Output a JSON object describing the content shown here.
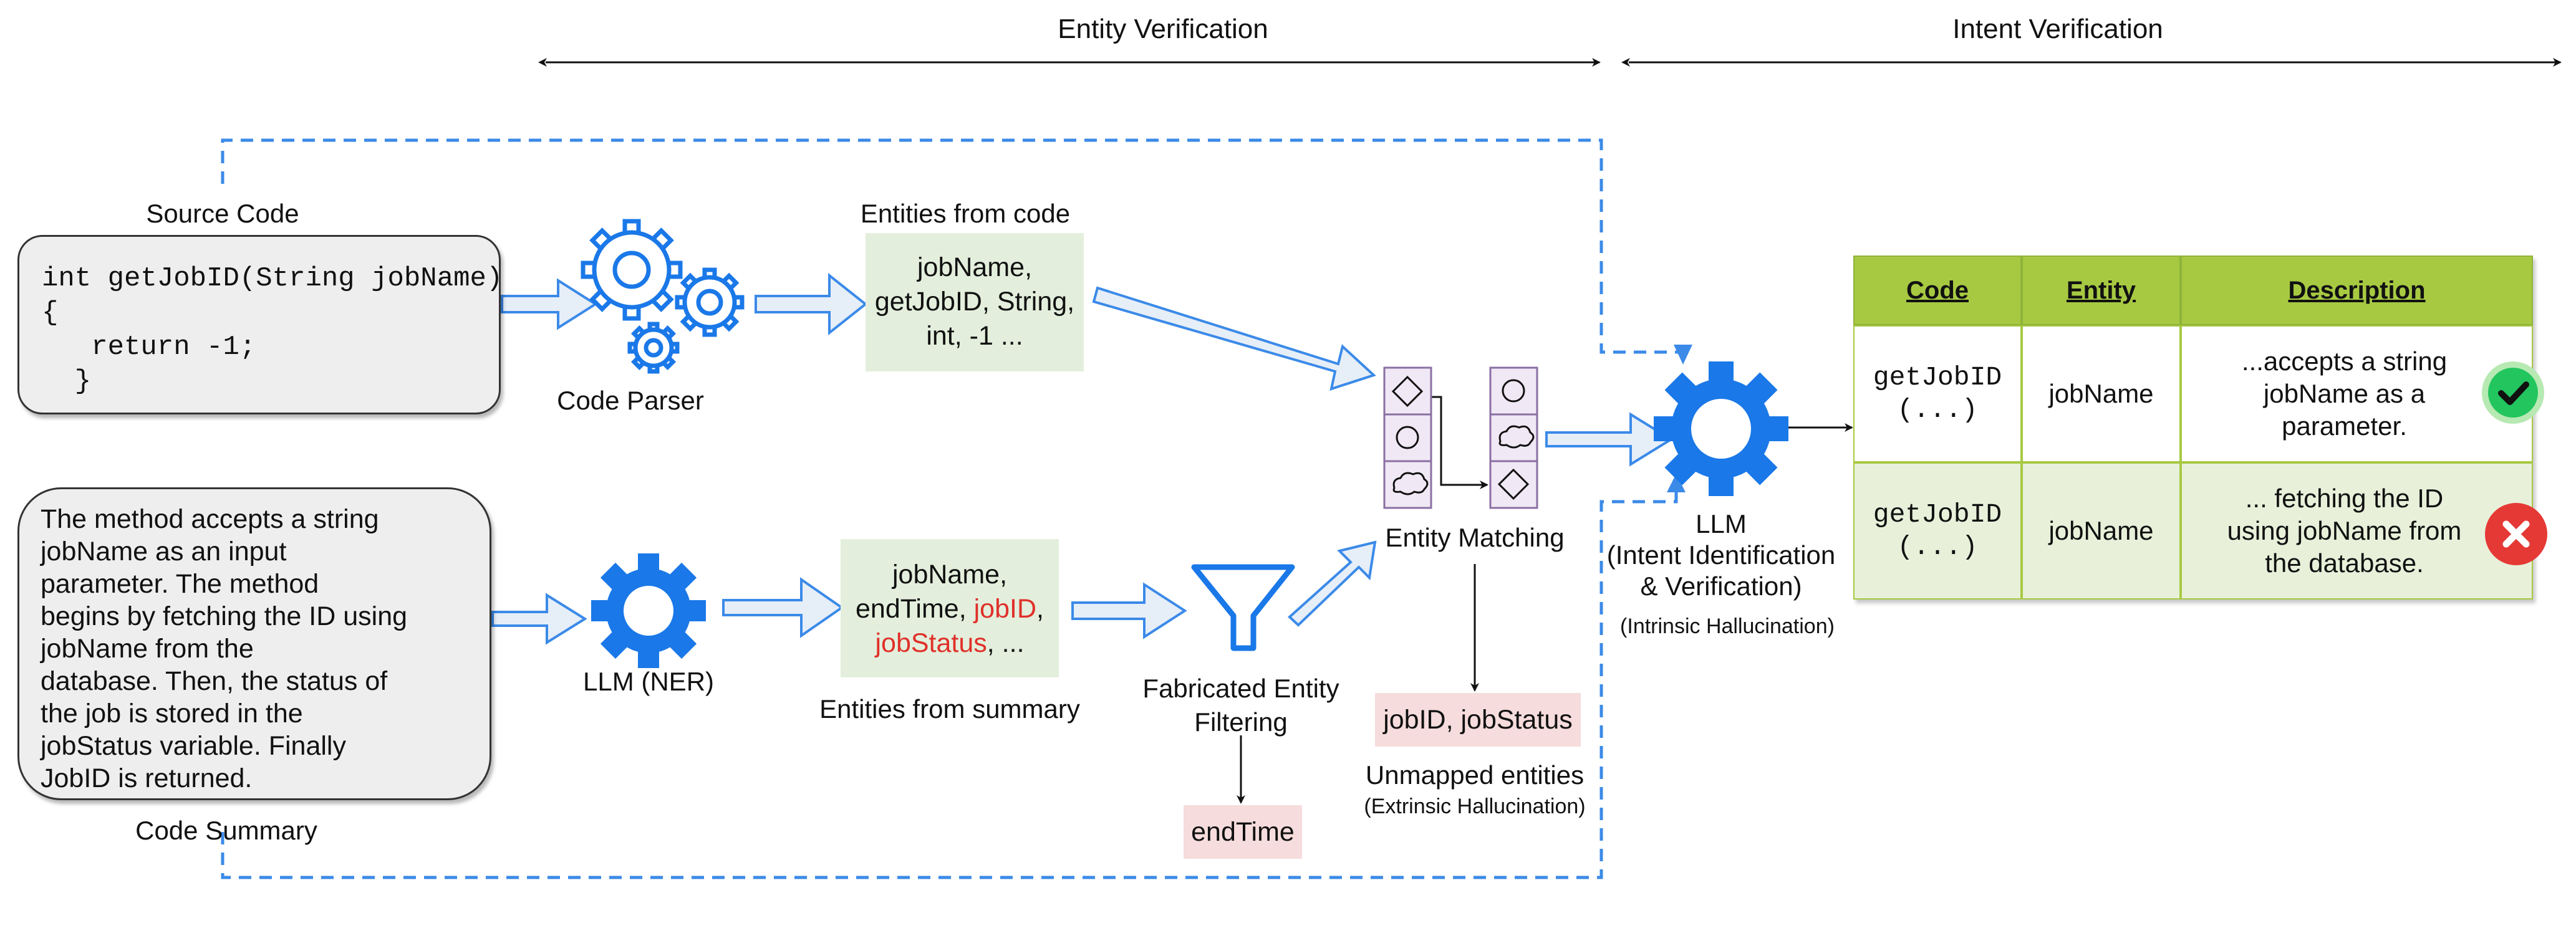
{
  "sections": {
    "entity_verification": "Entity Verification",
    "intent_verification": "Intent Verification"
  },
  "source_code": {
    "title": "Source Code",
    "lines": [
      "int getJobID(String jobName)",
      "{",
      "   return -1;",
      "  }"
    ]
  },
  "code_parser": {
    "label": "Code Parser",
    "icon": "gears-icon"
  },
  "entities_from_code": {
    "title": "Entities from code",
    "lines": [
      "jobName,",
      "getJobID, String,",
      "int, -1 ..."
    ]
  },
  "code_summary": {
    "title": "Code Summary",
    "lines": [
      "The method accepts a string",
      "jobName as an input",
      "parameter. The method",
      "begins by fetching the ID using",
      "jobName from the",
      "database. Then, the status of",
      "the job is stored in the",
      "jobStatus variable. Finally",
      "JobID is returned."
    ]
  },
  "llm_ner": {
    "label": "LLM (NER)",
    "icon": "gear-icon"
  },
  "entities_from_summary": {
    "title": "Entities from summary",
    "line1": "jobName,",
    "line2_a": "endTime, ",
    "line2_b": "jobID",
    "line2_c": ",",
    "line3_a": "jobStatus",
    "line3_b": ", ..."
  },
  "fabricated_filter": {
    "label_line1": "Fabricated Entity",
    "label_line2": "Filtering",
    "icon": "funnel-icon",
    "output": "endTime"
  },
  "entity_matching": {
    "label": "Entity Matching"
  },
  "unmapped": {
    "value": "jobID, jobStatus",
    "label": "Unmapped entities",
    "sublabel": "(Extrinsic Hallucination)"
  },
  "llm_intent": {
    "line1": "LLM",
    "line2": "(Intent Identification",
    "line3": "& Verification)",
    "sublabel": "(Intrinsic Hallucination)",
    "icon": "gear-icon"
  },
  "table": {
    "headers": [
      "Code",
      "Entity",
      "Description"
    ],
    "rows": [
      {
        "code": [
          "getJobID",
          "(...)"
        ],
        "entity": "jobName",
        "desc": [
          "...accepts a string",
          "jobName as a",
          "parameter."
        ],
        "status": "check-icon"
      },
      {
        "code": [
          "getJobID",
          "(...)"
        ],
        "entity": "jobName",
        "desc": [
          "... fetching the ID",
          "using jobName from",
          "the database."
        ],
        "status": "cross-icon"
      }
    ]
  },
  "colors": {
    "accent_blue": "#1a78e8",
    "arrow_fill": "#e6eef8",
    "green_bg": "#e3efdc",
    "pink_bg": "#f6dcdc",
    "table_header": "#a7c942",
    "table_row2": "#e8f0da",
    "check": "#22c55e",
    "cross": "#e53935",
    "highlight_red": "#e0302a"
  }
}
